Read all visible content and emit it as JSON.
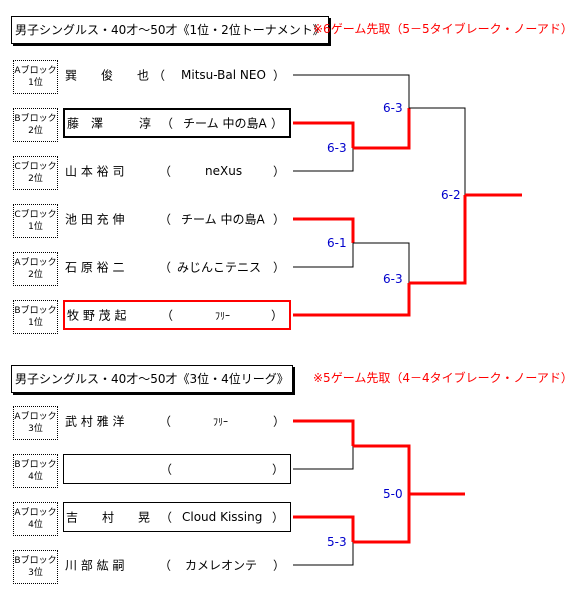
{
  "tournament": {
    "title": "男子シングルス・40才〜50才《1位・2位トーナメント》",
    "note": "※6ゲーム先取（5－5タイブレーク・ノーアド）",
    "entries": [
      {
        "block": "Aブロック",
        "rank": "1位",
        "name": "巽　　俊　　也",
        "open": "（",
        "team": "Mitsu-Bal NEO",
        "close": "）"
      },
      {
        "block": "Bブロック",
        "rank": "2位",
        "name": "藤　澤　　　淳",
        "open": "（",
        "team": "チーム 中の島A",
        "close": "）"
      },
      {
        "block": "Cブロック",
        "rank": "2位",
        "name": "山 本 裕 司",
        "open": "（",
        "team": "neXus",
        "close": "）"
      },
      {
        "block": "Cブロック",
        "rank": "1位",
        "name": "池 田 充 伸",
        "open": "（",
        "team": "チーム 中の島A",
        "close": "）"
      },
      {
        "block": "Aブロック",
        "rank": "2位",
        "name": "石 原 裕 二",
        "open": "（",
        "team": "みじんこテニス",
        "close": "）"
      },
      {
        "block": "Bブロック",
        "rank": "1位",
        "name": "牧 野 茂 起",
        "open": "（",
        "team": "ﾌﾘｰ",
        "close": "）"
      }
    ],
    "scores": {
      "r1_top": "6-3",
      "r1_bottom": "6-1",
      "semi_top": "6-3",
      "semi_bottom": "6-3",
      "final": "6-2"
    }
  },
  "league": {
    "title": "男子シングルス・40才〜50才《3位・4位リーグ》",
    "note": "※5ゲーム先取（4－4タイブレーク・ノーアド）",
    "entries": [
      {
        "block": "Aブロック",
        "rank": "3位",
        "name": "武 村 雅 洋",
        "open": "（",
        "team": "ﾌﾘｰ",
        "close": "）"
      },
      {
        "block": "Bブロック",
        "rank": "4位",
        "name": "",
        "open": "（",
        "team": "",
        "close": "）"
      },
      {
        "block": "Aブロック",
        "rank": "4位",
        "name": "吉　　村　　晃",
        "open": "（",
        "team": "Cloud Kissing",
        "close": "）"
      },
      {
        "block": "Bブロック",
        "rank": "3位",
        "name": "川 部 紘 嗣",
        "open": "（",
        "team": "カメレオンテ",
        "close": "）"
      }
    ],
    "scores": {
      "bottom": "5-3",
      "final": "5-0"
    }
  },
  "colors": {
    "win_line": "#ff0000",
    "score_text": "#0000cc",
    "line": "#000000"
  }
}
